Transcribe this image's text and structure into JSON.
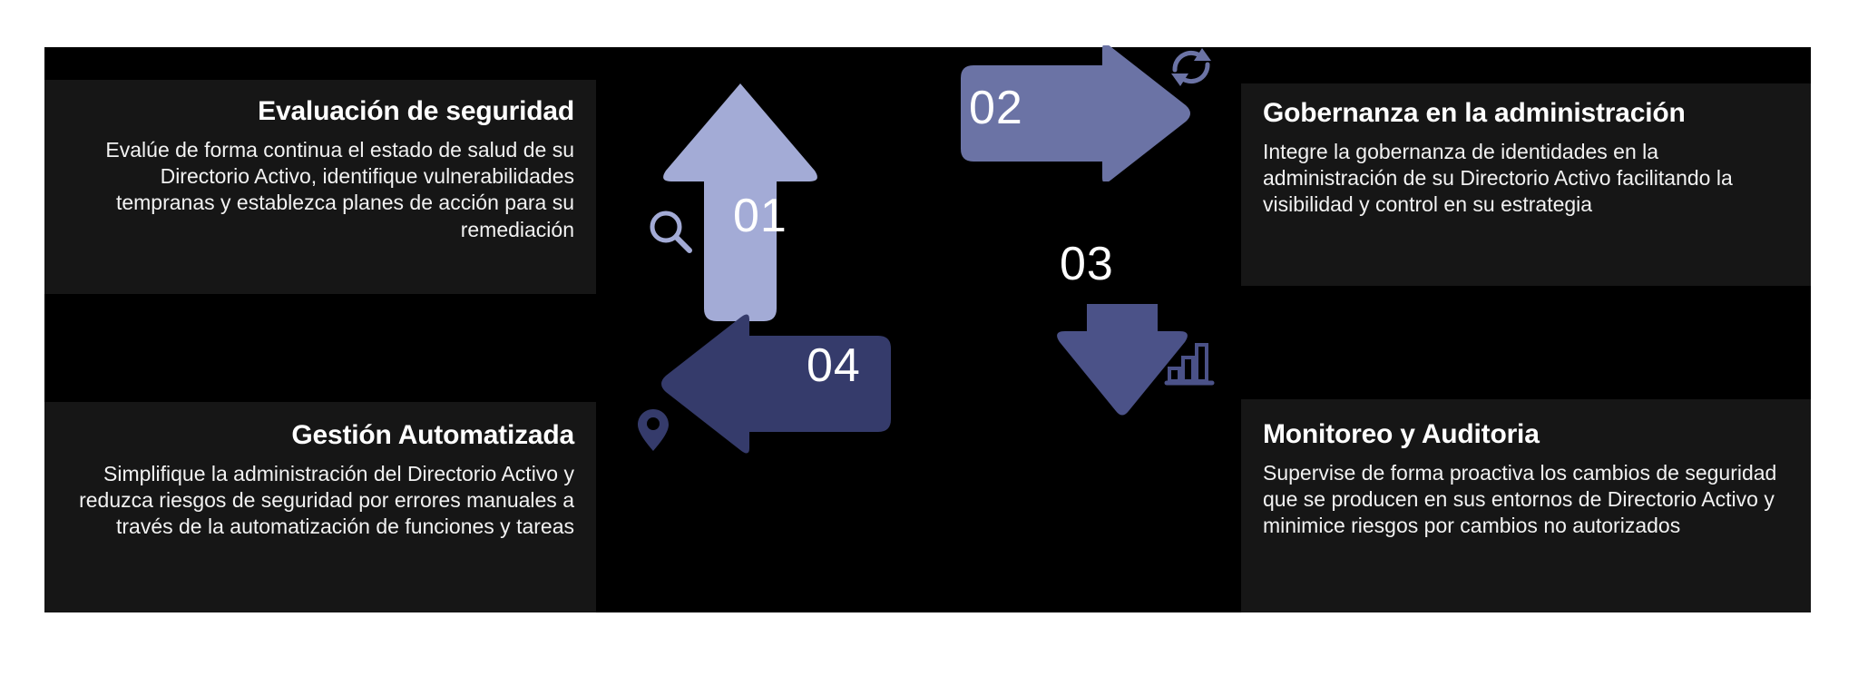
{
  "theme": {
    "page_background": "#ffffff",
    "canvas_background": "#000000",
    "panel_background": "#161616",
    "text_primary": "#ffffff",
    "arrow_01_color": "#a3abd6",
    "arrow_02_color": "#6b73a5",
    "arrow_03_color": "#4b5288",
    "arrow_04_color": "#353b6b"
  },
  "steps": [
    {
      "number": "01",
      "title": "Evaluación de seguridad",
      "body": "Evalúe de forma continua el estado de salud de su Directorio Activo, identifique vulnerabilidades tempranas y establezca planes de acción para su remediación",
      "icon": "search-icon",
      "direction": "up",
      "color": "#a3abd6"
    },
    {
      "number": "02",
      "title": "Gobernanza en la administración",
      "body": "Integre la gobernanza de identidades en la administración de su Directorio Activo facilitando la visibilidad y control en su estrategia",
      "icon": "refresh-icon",
      "direction": "right",
      "color": "#6b73a5"
    },
    {
      "number": "03",
      "title": "Monitoreo y Auditoria",
      "body": "Supervise de forma proactiva los cambios de seguridad que se producen en sus entornos de Directorio Activo y minimice riesgos por cambios no autorizados",
      "icon": "bar-chart-icon",
      "direction": "down",
      "color": "#4b5288"
    },
    {
      "number": "04",
      "title": "Gestión Automatizada",
      "body": "Simplifique la administración del Directorio Activo y reduzca riesgos de seguridad por errores manuales a través de la automatización de funciones y tareas",
      "icon": "location-pin-icon",
      "direction": "left",
      "color": "#353b6b"
    }
  ]
}
